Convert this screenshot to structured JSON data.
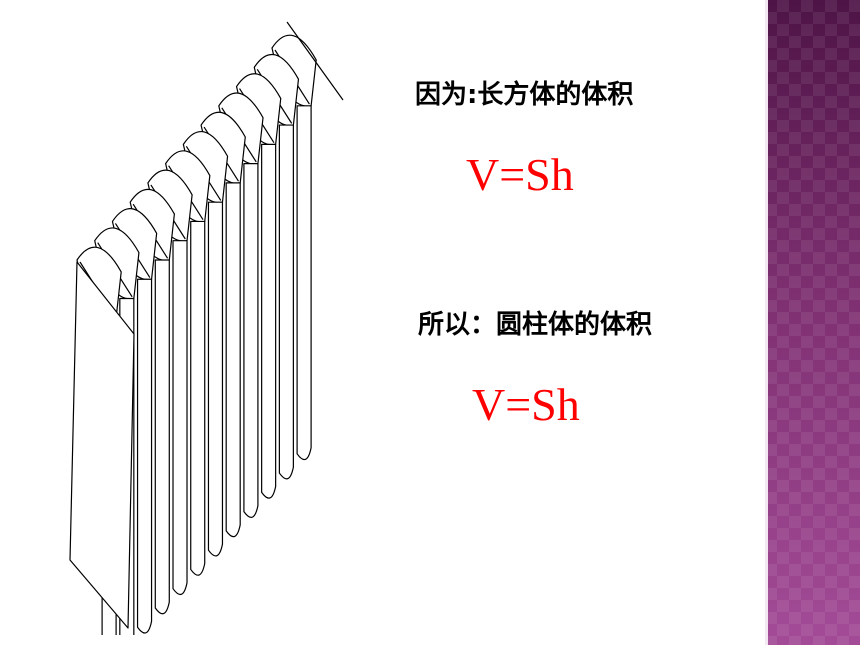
{
  "slide": {
    "label_rect": "因为:长方体的体积",
    "formula_rect": "V=Sh",
    "label_cyl": "所以：圆柱体的体积",
    "formula_cyl": "V=Sh"
  },
  "colors": {
    "formula": "#ff0000",
    "band": "#7a2a6c",
    "line": "#000000"
  },
  "figure": {
    "segments": 12,
    "description_icon": "cylinder-rearranged-icon"
  }
}
